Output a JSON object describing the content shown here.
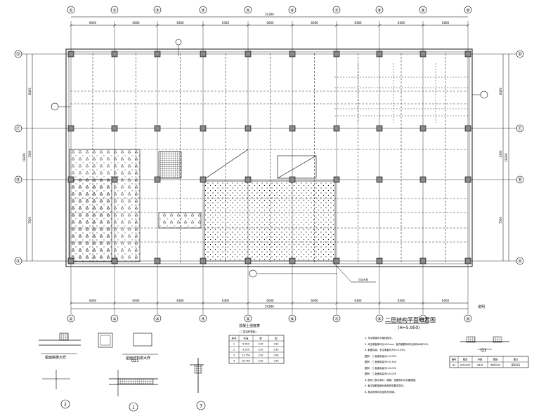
{
  "axes": {
    "top": [
      "①",
      "②",
      "③",
      "④",
      "⑤",
      "⑥",
      "⑦",
      "⑧",
      "⑨",
      "⑩"
    ],
    "left": [
      "Ⓓ",
      "Ⓒ",
      "Ⓑ",
      "Ⓐ"
    ],
    "right": [
      "Ⓓ",
      "Ⓒ",
      "Ⓑ",
      "Ⓐ"
    ]
  },
  "dims": {
    "top_total": "54300",
    "top_spans": [
      "6000",
      "6000",
      "6300",
      "6300",
      "6000",
      "6000",
      "6300",
      "6300",
      "6000"
    ],
    "bottom_total": "54300",
    "bottom_spans": [
      "6000",
      "6000",
      "6300",
      "6300",
      "6000",
      "6000",
      "6300",
      "6300",
      "6000"
    ],
    "left": [
      "8400",
      "3300",
      "7500"
    ],
    "left_total": "19200",
    "right": [
      "8400",
      "3300",
      "7500"
    ],
    "right_total": "19200"
  },
  "plan": {
    "title": "二层结构平面布置图",
    "elevation": "(H=5.950)",
    "callout_label": "详见大样",
    "north_mark": "说明"
  },
  "notes": [
    "1. 未注明梁均为轴线居中。",
    "2. 未注明板厚均为120mm，板内钢筋网均为双向Φ8@200。",
    "3. 板面标高：未注明者均为H=5.950。",
    "图例：□ 板面标高为H-0.050",
    "图例：□ 板面标高为H-0.300",
    "图例：□ 板面标高为H-0.050",
    "图例：□ 板面标高为H-0.050",
    "4. 图中□表示洞口，楼梯、设备洞口详见建施图。",
    "5. 板中钢筋锚固长度按规范要求执行。",
    "6. 其余说明详见结构总说明。"
  ],
  "table": {
    "title": "混凝土强度表",
    "subtitle": "(二层结构楼板)",
    "headers": [
      "层号",
      "标高",
      "梁",
      "板"
    ],
    "rows": [
      [
        "1",
        "5.950",
        "C30",
        "C30"
      ],
      [
        "2",
        "9.550",
        "C30",
        "C30"
      ],
      [
        "3",
        "13.150",
        "C30",
        "C30"
      ],
      [
        "4",
        "16.750",
        "C30",
        "C30"
      ]
    ]
  },
  "details": {
    "d1_title": "屋面挑檐大样",
    "d1_num": "2",
    "d2_title": "屋面结构梁大样",
    "d2_num": "1",
    "d2_label": "QZ1",
    "d3_num": "3"
  },
  "right_table": {
    "label": "Q1",
    "headers": [
      "编号",
      "截面",
      "纵筋",
      "箍筋",
      "备注"
    ],
    "row": [
      "Q1",
      "200×400",
      "4Φ16",
      "Φ8@200",
      "梁底标高"
    ]
  }
}
